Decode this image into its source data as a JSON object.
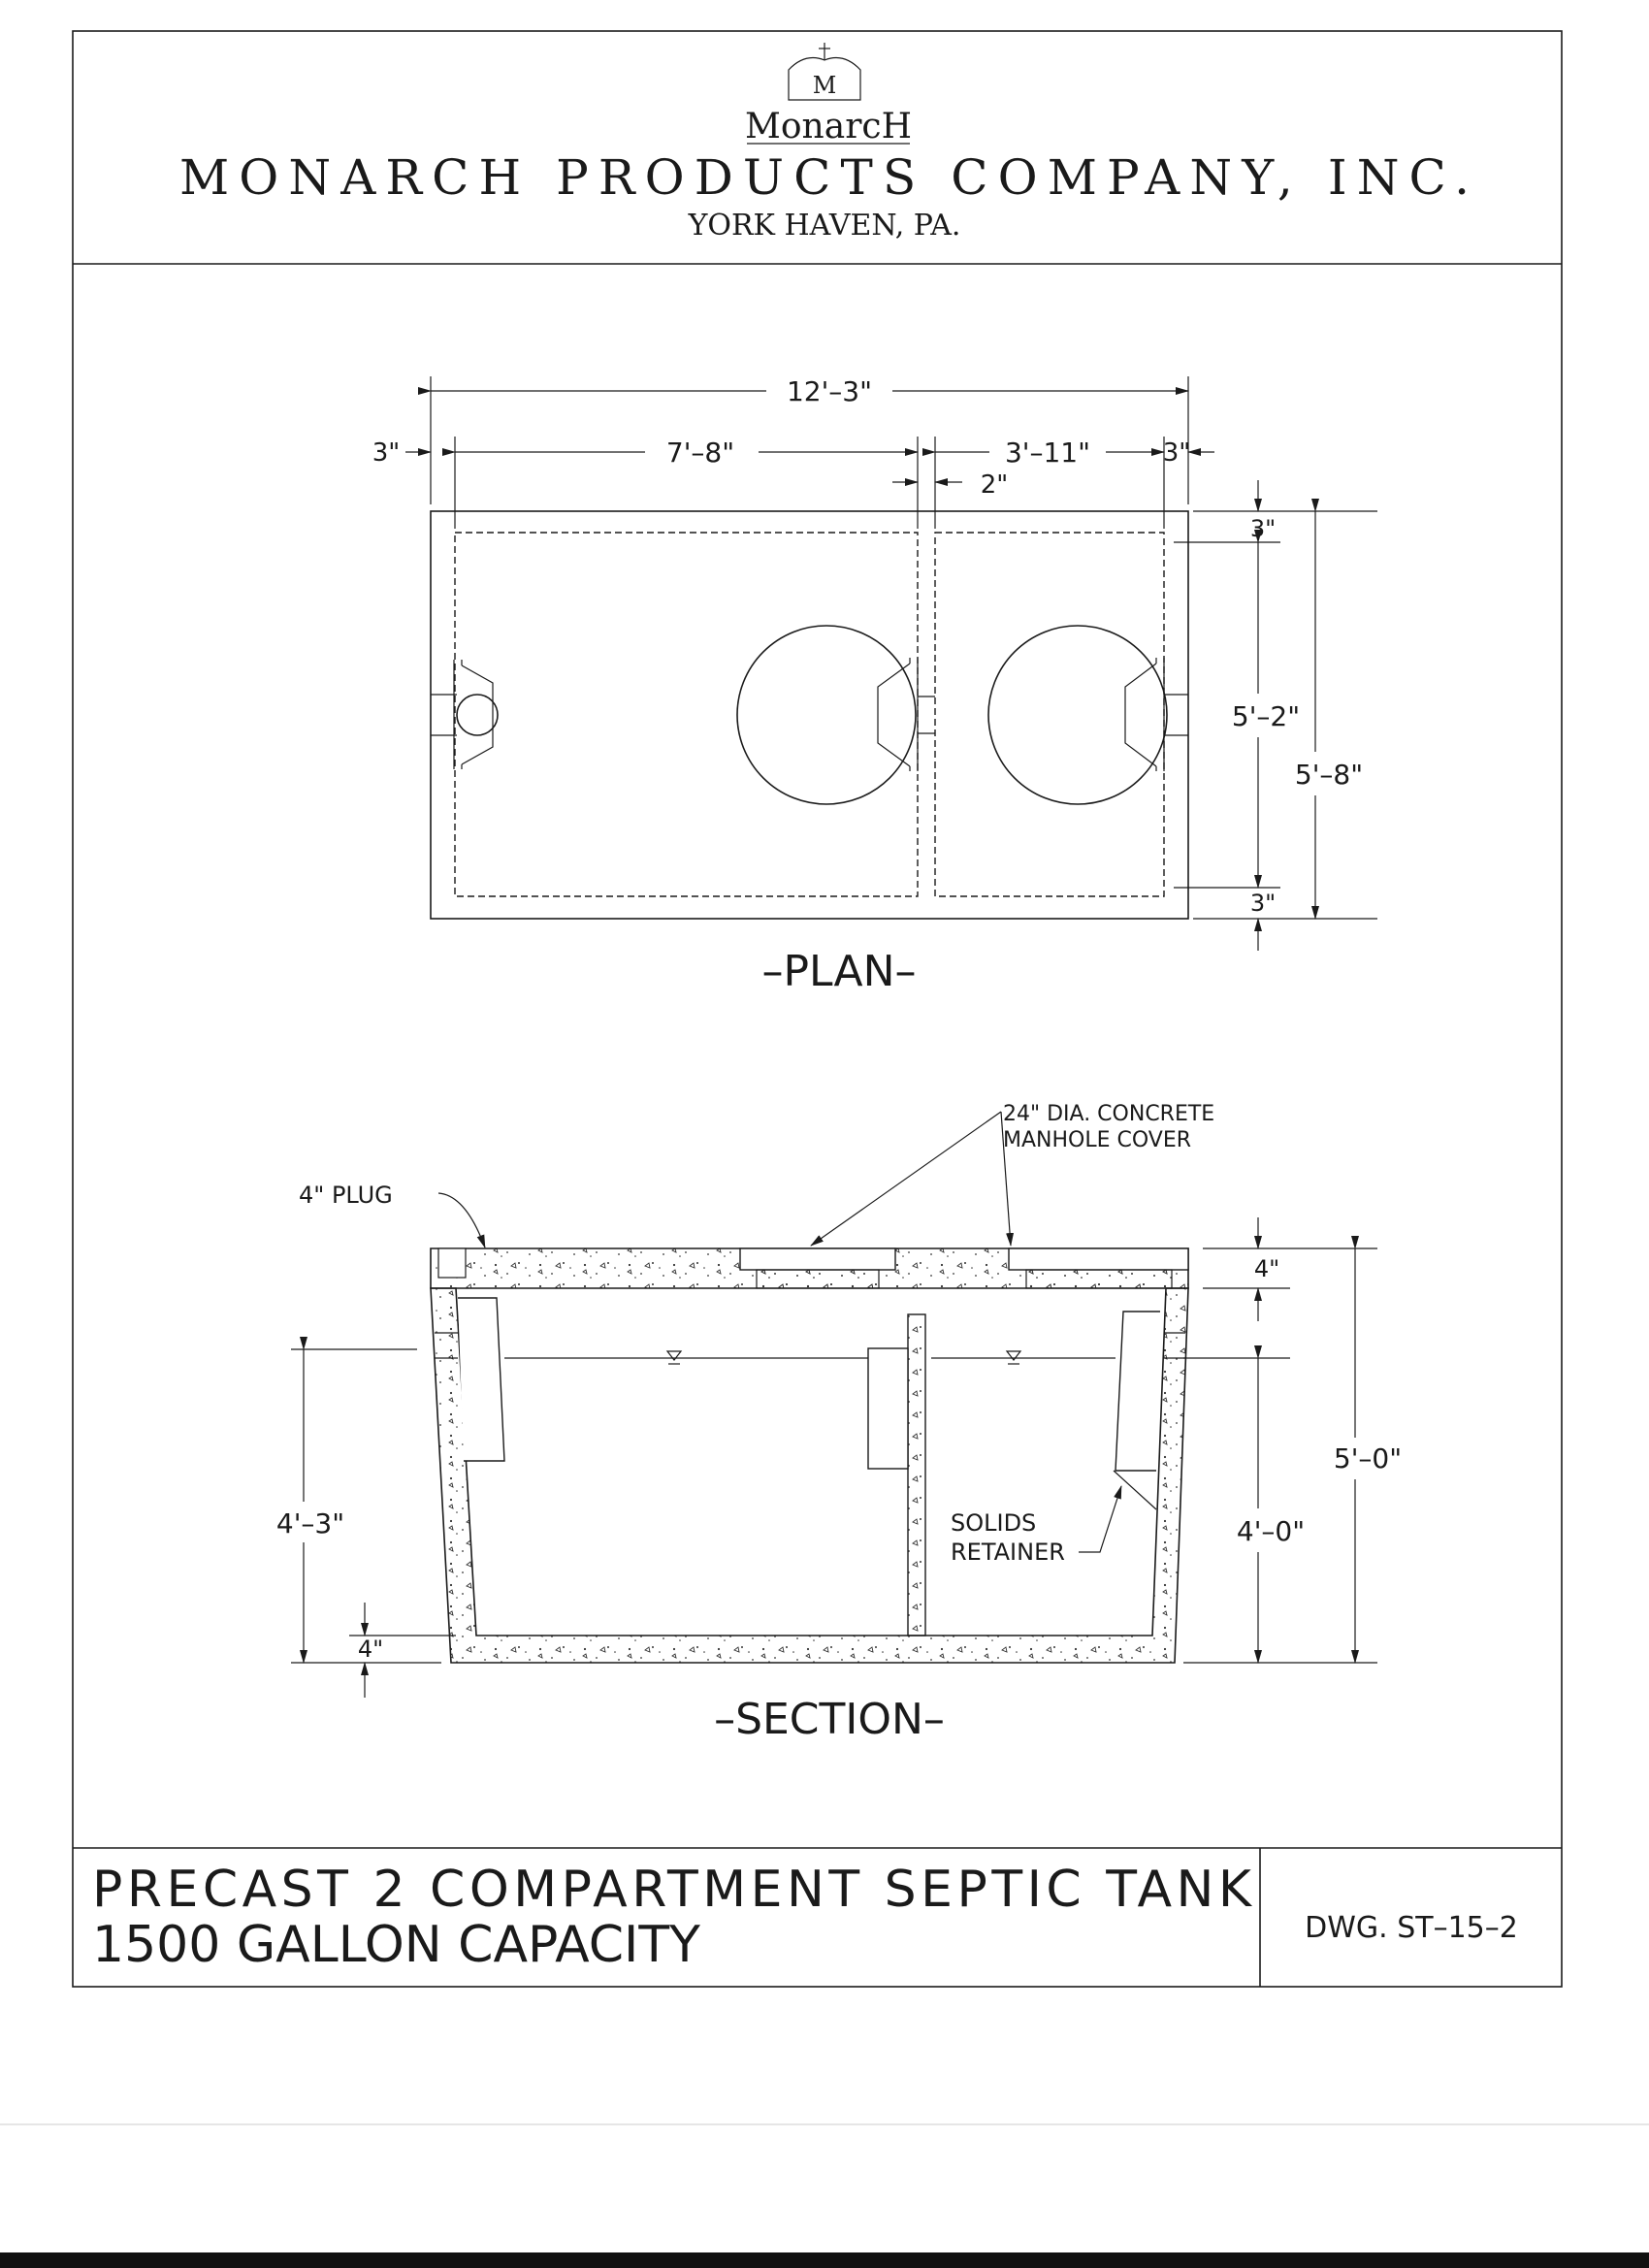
{
  "header": {
    "logo_word": "MonarcH",
    "logo_monogram": "M",
    "company": "MONARCH PRODUCTS COMPANY, INC.",
    "location": "YORK HAVEN, PA."
  },
  "plan": {
    "title": "–PLAN–",
    "dims": {
      "overall_length": "12'–3\"",
      "left_wall": "3\"",
      "compartment_1": "7'–8\"",
      "compartment_2": "3'–11\"",
      "right_wall": "3\"",
      "partition": "2\"",
      "top_wall": "3\"",
      "inside_width": "5'–2\"",
      "outside_width": "5'–8\"",
      "bottom_wall": "3\""
    }
  },
  "section": {
    "title": "–SECTION–",
    "callouts": {
      "manhole_line1": "24\" DIA. CONCRETE",
      "manhole_line2": "MANHOLE COVER",
      "plug": "4\" PLUG",
      "retainer_line1": "SOLIDS",
      "retainer_line2": "RETAINER"
    },
    "dims": {
      "lid": "4\"",
      "outlet_depth": "4'–3\"",
      "floor": "4\"",
      "liquid_depth": "4'–0\"",
      "overall_height": "5'–0\""
    }
  },
  "title_block": {
    "line1": "PRECAST 2 COMPARTMENT SEPTIC TANK",
    "line2": "1500 GALLON CAPACITY",
    "drawing_no": "DWG. ST–15–2"
  }
}
